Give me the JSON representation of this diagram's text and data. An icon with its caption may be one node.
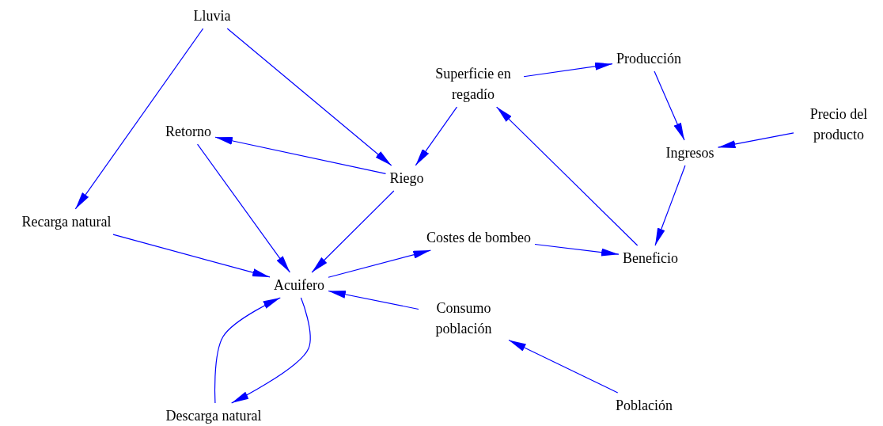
{
  "diagram": {
    "nodes": [
      {
        "text": [
          "Lluvia"
        ]
      },
      {
        "text": [
          "Superficie en regadío"
        ]
      },
      {
        "text": [
          "Producción"
        ]
      },
      {
        "text": [
          "Precio del producto"
        ]
      },
      {
        "text": [
          "Retorno"
        ]
      },
      {
        "text": [
          "Ingresos"
        ]
      },
      {
        "text": [
          "Riego"
        ]
      },
      {
        "text": [
          "Recarga natural"
        ]
      },
      {
        "text": [
          "Costes de bombeo"
        ]
      },
      {
        "text": [
          "Beneficio"
        ]
      },
      {
        "text": [
          "Acuifero"
        ]
      },
      {
        "text": [
          "Consumo población"
        ]
      },
      {
        "text": [
          "Descarga natural"
        ]
      },
      {
        "text": [
          "Población"
        ]
      }
    ],
    "edges": [
      {
        "from": 0,
        "to": 7,
        "arrow": "to"
      },
      {
        "from": 0,
        "to": 6,
        "arrow": "to"
      },
      {
        "from": 1,
        "to": 2,
        "arrow": "to"
      },
      {
        "from": 1,
        "to": 6,
        "arrow": "to"
      },
      {
        "from": 2,
        "to": 5,
        "arrow": "to"
      },
      {
        "from": 3,
        "to": 5,
        "arrow": "to"
      },
      {
        "from": 6,
        "to": 4,
        "arrow": "to"
      },
      {
        "from": 6,
        "to": 10,
        "arrow": "to"
      },
      {
        "from": 4,
        "to": 10,
        "arrow": "to"
      },
      {
        "from": 5,
        "to": 9,
        "arrow": "to"
      },
      {
        "from": 9,
        "to": 1,
        "arrow": "to"
      },
      {
        "from": 7,
        "to": 10,
        "arrow": "to"
      },
      {
        "from": 10,
        "to": 8,
        "arrow": "to"
      },
      {
        "from": 8,
        "to": 9,
        "arrow": "to"
      },
      {
        "from": 11,
        "to": 10,
        "arrow": "to"
      },
      {
        "from": 13,
        "to": 11,
        "arrow": "to"
      },
      {
        "from": 10,
        "to": 12,
        "arrow": "to"
      },
      {
        "from": 12,
        "to": 10,
        "arrow": "to"
      }
    ]
  }
}
